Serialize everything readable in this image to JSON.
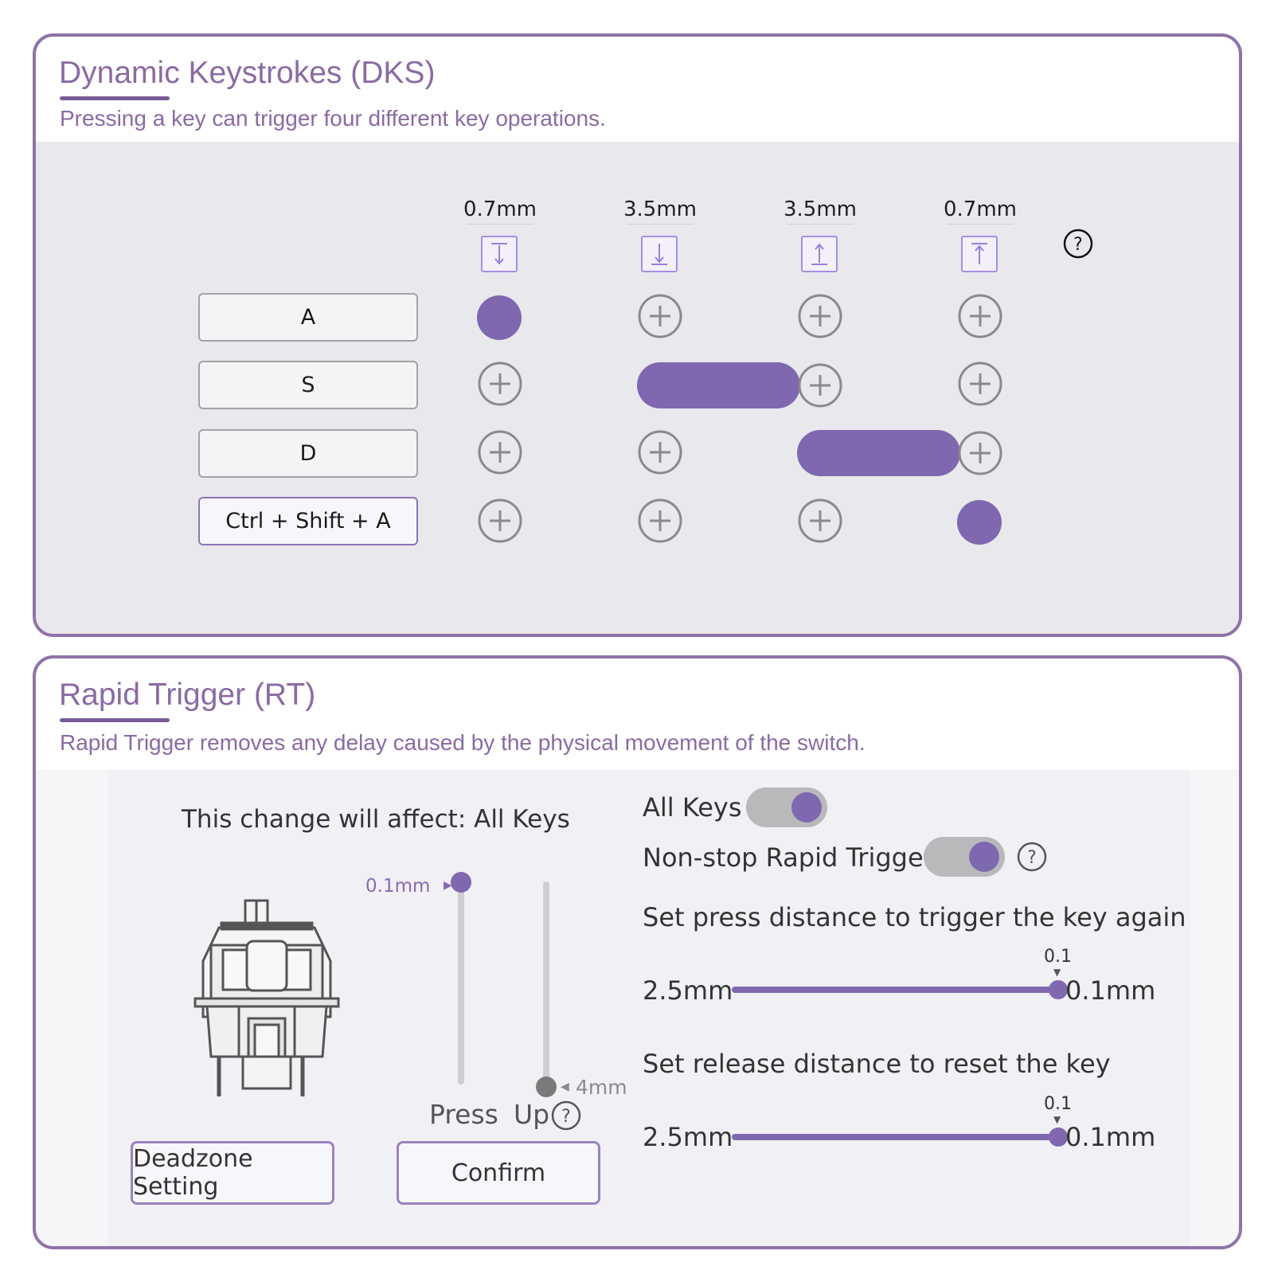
{
  "dks": {
    "title": "Dynamic Keystrokes (DKS)",
    "subtitle": "Pressing a key can trigger four different key operations.",
    "distances": [
      "0.7mm",
      "3.5mm",
      "3.5mm",
      "0.7mm"
    ],
    "direction_icons": [
      "press-start-icon",
      "press-bottom-icon",
      "release-start-icon",
      "release-top-icon"
    ],
    "rows": [
      {
        "key": "A",
        "cells": [
          "filled",
          "plus",
          "plus",
          "plus"
        ]
      },
      {
        "key": "S",
        "cells": [
          "plus",
          "bar-start",
          "plus",
          "plus"
        ]
      },
      {
        "key": "D",
        "cells": [
          "plus",
          "plus",
          "bar-start",
          "plus"
        ]
      },
      {
        "key": "Ctrl + Shift + A",
        "cells": [
          "plus",
          "plus",
          "plus",
          "filled"
        ]
      }
    ]
  },
  "rt": {
    "title": "Rapid Trigger (RT)",
    "subtitle": "Rapid Trigger removes any delay caused by the physical movement of the switch.",
    "affect_text": "This change will affect:  All Keys",
    "press_value": "0.1mm",
    "up_value": "4mm",
    "press_label": "Press",
    "up_label": "Up",
    "all_keys_label": "All Keys",
    "all_keys_on": true,
    "nonstop_label": "Non-stop Rapid Trigger",
    "nonstop_on": true,
    "press_distance_title": "Set press distance to trigger the key again",
    "press_slider": {
      "min_label": "2.5mm",
      "max_label": "0.1mm",
      "value_label": "0.1"
    },
    "release_distance_title": "Set release distance to reset the key",
    "release_slider": {
      "min_label": "2.5mm",
      "max_label": "0.1mm",
      "value_label": "0.1"
    },
    "deadzone_button": "Deadzone Setting",
    "confirm_button": "Confirm"
  },
  "colors": {
    "accent": "#7f68b0",
    "border": "#8e73a8",
    "title": "#8a6aa3"
  }
}
